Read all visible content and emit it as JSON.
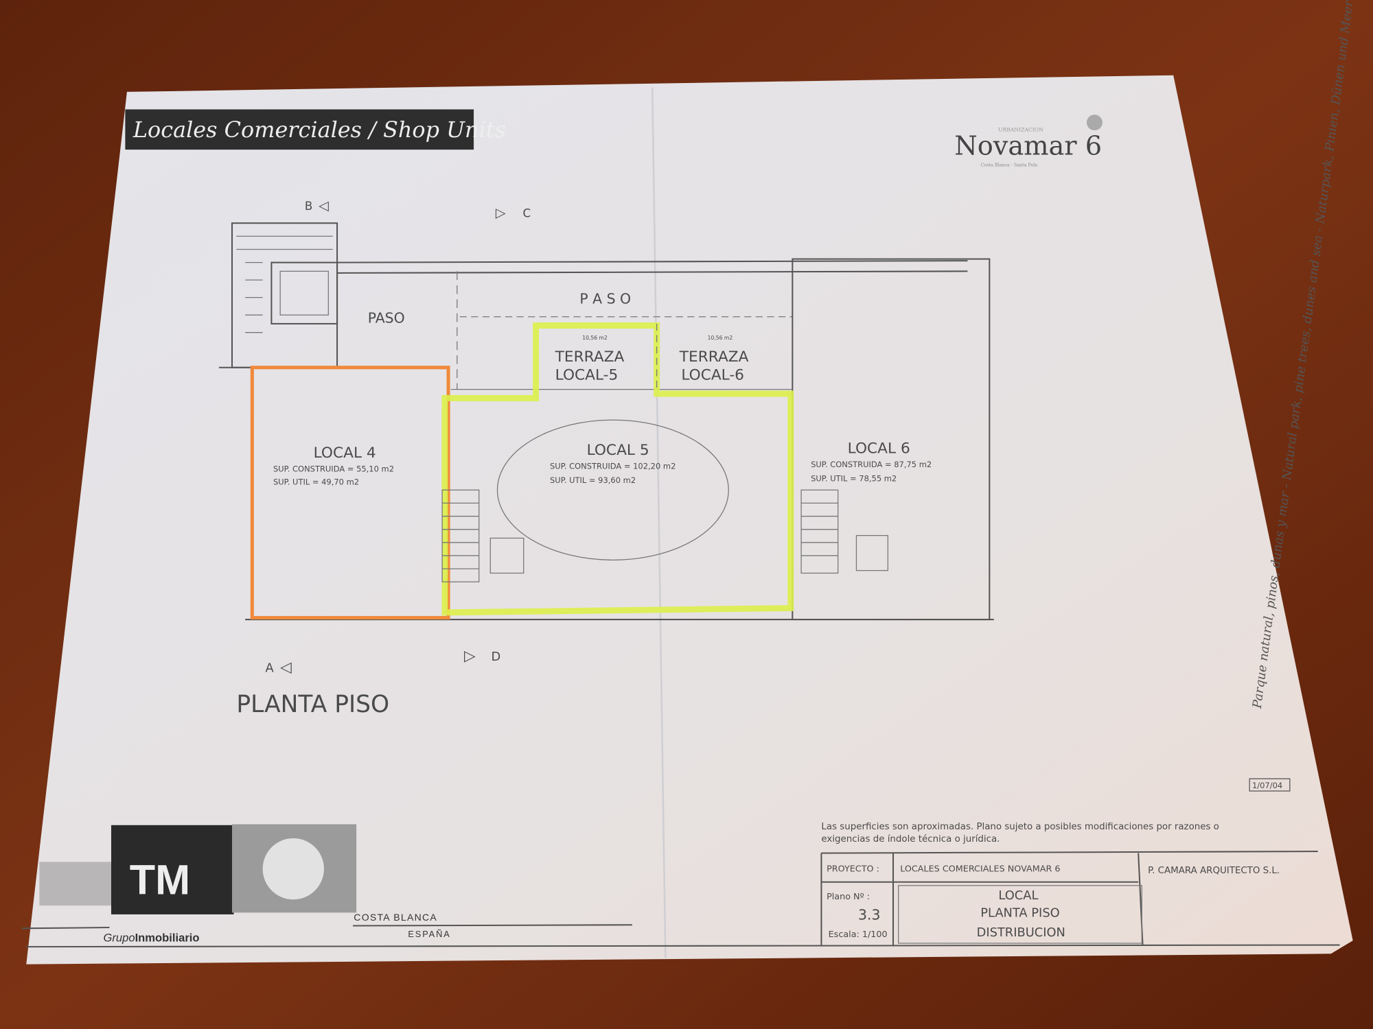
{
  "header": {
    "title": "Locales Comerciales / Shop Units",
    "logo_top": "URBANIZACION",
    "logo_name": "Novamar 6",
    "logo_tagline": "Costa Blanca · Santa Pola"
  },
  "side_text": "Parque natural, pinos, dunas y mar - Natural park, pine trees, dunes and sea - Naturpark, Pinien, Dünen und Meer",
  "section_marks": {
    "a": "A",
    "b": "B",
    "c": "C",
    "d": "D"
  },
  "plan": {
    "paso_left": "PASO",
    "paso_top": "P A S O",
    "terraces": [
      {
        "area": "10,56 m2",
        "line1": "TERRAZA",
        "line2": "LOCAL-5"
      },
      {
        "area": "10,56 m2",
        "line1": "TERRAZA",
        "line2": "LOCAL-6"
      }
    ],
    "units": [
      {
        "name": "LOCAL 4",
        "built": "SUP. CONSTRUIDA = 55,10 m2",
        "useful": "SUP. UTIL = 49,70 m2"
      },
      {
        "name": "LOCAL 5",
        "built": "SUP. CONSTRUIDA = 102,20 m2",
        "useful": "SUP. UTIL = 93,60 m2"
      },
      {
        "name": "LOCAL 6",
        "built": "SUP. CONSTRUIDA = 87,75 m2",
        "useful": "SUP. UTIL = 78,55 m2"
      }
    ],
    "floor_title": "PLANTA PISO",
    "highlight_colors": {
      "local4": "#f08a3c",
      "local5": "#dcf04a"
    }
  },
  "date_stamp": "1/07/04",
  "disclaimer": {
    "line1": "Las superficies son aproximadas. Plano sujeto a posibles modificaciones por razones o",
    "line2": "exigencias de índole técnica o jurídica."
  },
  "title_block": {
    "project_label": "PROYECTO :",
    "project_value": "LOCALES COMERCIALES NOVAMAR 6",
    "architect": "P. CAMARA ARQUITECTO S.L.",
    "plan_no_label": "Plano Nº :",
    "plan_no": "3.3",
    "scale": "Escala: 1/100",
    "desc1": "LOCAL",
    "desc2": "PLANTA PISO",
    "desc3": "DISTRIBUCION"
  },
  "footer_logo": {
    "mark": "TM",
    "group_light": "Grupo",
    "group_bold": "Inmobiliario",
    "region": "COSTA BLANCA",
    "country": "ESPAÑA"
  }
}
